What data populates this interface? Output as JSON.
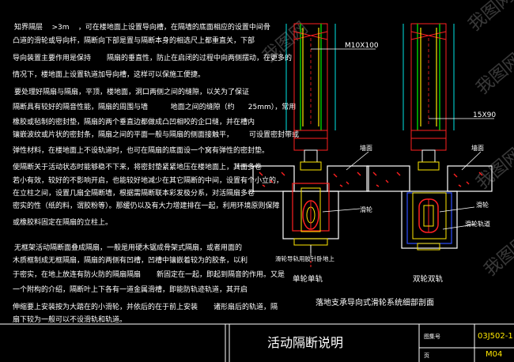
{
  "notes": {
    "lines": [
      "知界隔层    >3m    ，可在楼地面上设置导向槽，在隔墙的底面相应的设置中间骨",
      "凸道的滑轮或导向杆，隔断向下部是置与隔断本身的相选尺上都重直关，下部",
      "导向装置主要作用是保持       隔扇的垂直性，防止在启闭的过程中向两侧摆动，在更多的",
      "情况下，楼地面上设置轨道加导向槽，这样可以保施工便捷。",
      "要处理好隔扇与隔扇，平顶，楼地面，洞口两侧之间的缝隙，以关为了保证",
      "隔断具有较好的隔音性能，隔扇的周围与墙          地面之间的缝隙（约      25mm），常用",
      "橡胶或毡制的密封垫，隔扇的两个垂直边都做成凸凹相咬的企口缝，并在槽内",
      "镶嵌波纹或片状的密封条，隔扇之间的平面一般与隔扇的侧面接触平，       可设置密封带或",
      "弹性材料，在楼地面上不设轨道时，也可在隔扇的底面设一个窝有弹性的密封垫。",
      "使隔断关于活动状态时能够稳不下来，将密封垫紧紧地压在楼地面上，其面多卷",
      "若小有效，较好的不影响开启，也能较好地减少在其它隔断的中间，设置有个小立的，",
      "在立柱之间，设置几扇全隔断墙，根据需隔断联本彩发极分系，对活隔扇多卷",
      "密实的性（纸的料，谓胶粉等）。那缓仍以及有大力增建排在一起，利用环境原则保障",
      "或橡胶料固定在隔扇的立柱上。",
      "无框架活动隔断面叠成隔扇，一般是用硬木锯成骨架式隔扇，或者用面的",
      "木质框制成无框隔扇，隔扇的两侧有凹槽，凹槽中镶嵌着较为的胶条，以利",
      "于密实，在地上放连有防火防的隔扇隔扇       新固定在一起，即起到隔音的作用。又是",
      "一个附构的介绍，隔断叶上下各有一道金属滑槽，即能防轨迹轨道，其开启",
      "伸缩要上安装按为大踏在的小滑轮，并依后的在于前上安装       诸形扇后的轨道，隔",
      "扇下较为一般可以不设滑轨和轨道。"
    ]
  },
  "drawing": {
    "caption": "落地支承导向式滑轮系统细部剖面",
    "sections": [
      {
        "name": "单轮单轨",
        "labels": [
          "M10X100",
          "墙面",
          "滑轮",
          "滑轮导轨用胶针卧地上"
        ]
      },
      {
        "name": "双轮双轨",
        "labels": [
          "15X90",
          "墙面",
          "滑轮",
          "滑轮轨道"
        ]
      }
    ]
  },
  "title_block": {
    "title": "活动隔断说明",
    "field_label": "图集号",
    "atlas_no": "03J502-1",
    "page_label": "页",
    "page_no": "M04"
  },
  "watermarks": [
    "我图网",
    "我图网",
    "我图网",
    "我图网",
    "我图网"
  ],
  "colors": {
    "background": "#000000",
    "line_white": "#ffffff",
    "line_red": "#ff2020",
    "line_yellow": "#ffe800",
    "line_cyan": "#00e6e6",
    "line_green": "#00c800",
    "line_blue": "#3050ff",
    "text_atlas": "#ffe800"
  }
}
